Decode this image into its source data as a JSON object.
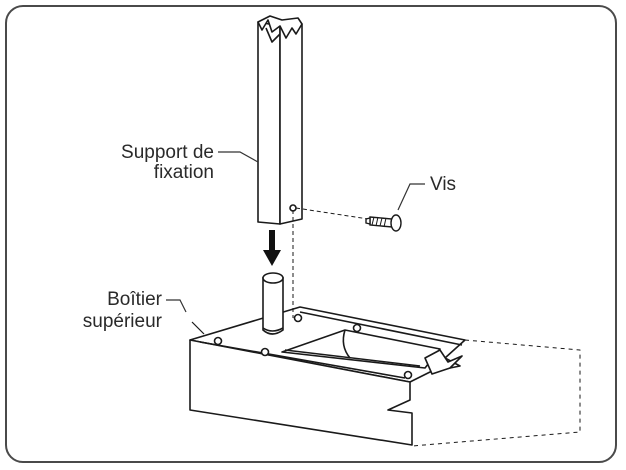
{
  "diagram": {
    "labels": {
      "bracket_line1": "Support de",
      "bracket_line2": "fixation",
      "screw": "Vis",
      "housing_line1": "Boîtier",
      "housing_line2": "supérieur"
    },
    "colors": {
      "stroke": "#1a1a1a",
      "frame": "#4a4a4a",
      "background": "#ffffff"
    }
  }
}
